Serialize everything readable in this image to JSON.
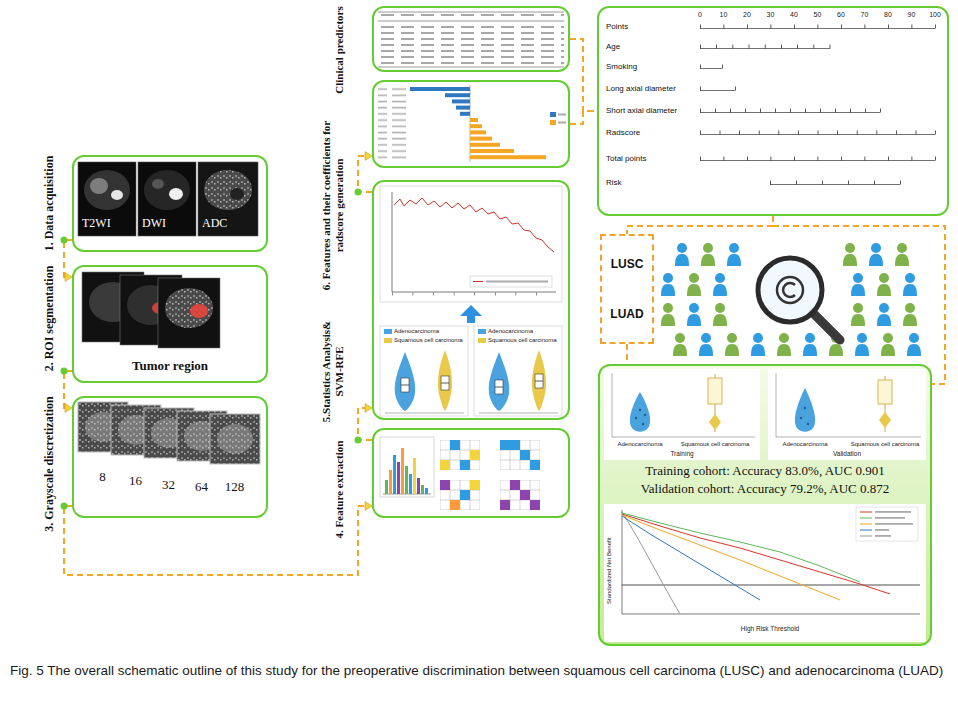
{
  "diagram": {
    "caption": "Fig. 5 The overall schematic outline of this study for the preoperative discrimination between squamous cell carcinoma (LUSC) and adenocarcinoma (LUAD)",
    "nodes": [
      {
        "text": [
          "1. Data acquisition",
          "T2WI",
          "DWI",
          "ADC"
        ]
      },
      {
        "text": [
          "2. ROI segmentation",
          "Tumor region"
        ]
      },
      {
        "text": [
          "3. Grayscale discretization",
          "8",
          "16",
          "32",
          "64",
          "128"
        ]
      },
      {
        "text": [
          "4. Feature extraction"
        ]
      },
      {
        "text": [
          "5.Statistics Analysis& SVM-RFE"
        ]
      },
      {
        "text": [
          "6. Features and their coefficients for radscore generation"
        ]
      },
      {
        "text": [
          "Clinical predictors"
        ]
      },
      {
        "text": [
          "Points",
          "Age",
          "Smoking",
          "Long axial diameter",
          "Short axial diameter",
          "Radscore",
          "Total points",
          "Risk"
        ]
      },
      {
        "text": [
          "LUSC",
          "LUAD"
        ]
      },
      {
        "text": [
          "Training cohort: Accuracy 83.0%, AUC 0.901",
          "Validation cohort: Accuracy 79.2%, AUC 0.872"
        ]
      }
    ],
    "edges": [
      {
        "from": 0,
        "to": 1,
        "arrow": "to"
      },
      {
        "from": 1,
        "to": 2,
        "arrow": "to"
      },
      {
        "from": 2,
        "to": 3,
        "arrow": "to"
      },
      {
        "from": 3,
        "to": 4,
        "arrow": "to"
      },
      {
        "from": 4,
        "to": 5,
        "arrow": "to"
      },
      {
        "from": 6,
        "to": 7,
        "arrow": "none"
      },
      {
        "from": 5,
        "to": 7,
        "arrow": "none"
      },
      {
        "from": 7,
        "to": 8,
        "arrow": "none"
      },
      {
        "from": 8,
        "to": 9,
        "arrow": "none"
      },
      {
        "from": 7,
        "to": 9,
        "arrow": "none"
      }
    ],
    "labels": [
      "0",
      "10",
      "20",
      "30",
      "40",
      "50",
      "60",
      "70",
      "80",
      "90",
      "100",
      "Adenocarcinoma",
      "Squamous cell carcinoma",
      "Training",
      "Adenocarcinoma",
      "Squamous cell carcinoma",
      "Validation",
      "High Risk Threshold",
      "Standardized Net Benefit"
    ],
    "legend": [
      {
        "text": "Adenocarcinoma",
        "color": "#4aa3df"
      },
      {
        "text": "Squamous cell carcinoma",
        "color": "#e9c84a"
      },
      {
        "text": "Adenocarcinoma",
        "color": "#4aa3df"
      },
      {
        "text": "Squamous cell carcinoma",
        "color": "#e9c84a"
      }
    ]
  }
}
